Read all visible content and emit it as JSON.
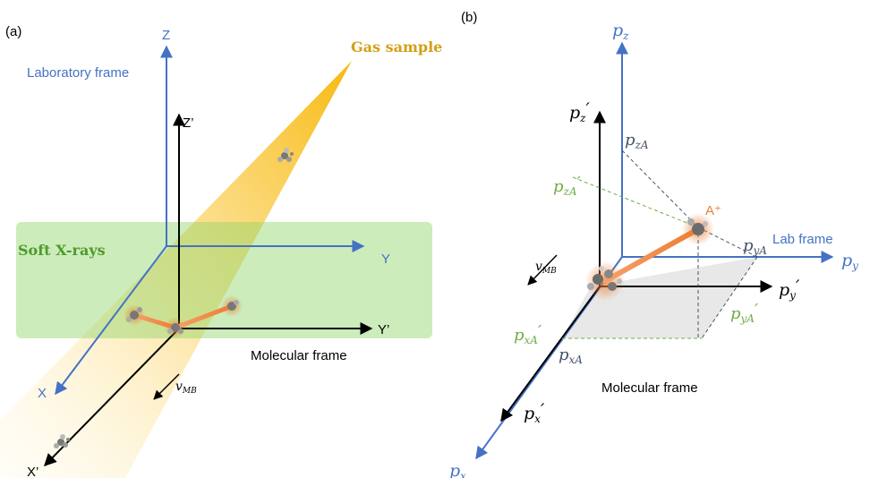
{
  "panel_a": {
    "label": "(a)",
    "gas_sample": "Gas sample",
    "soft_xrays": "Soft X-rays",
    "lab_frame": "Laboratory frame",
    "axis_Z": "Z",
    "axis_Y": "Y",
    "axis_X": "X",
    "axis_Zp": "Z’",
    "axis_Yp": "Y’",
    "axis_Xp": "X’",
    "molecular_frame": "Molecular frame",
    "v_label": "v",
    "v_sub": "MB"
  },
  "panel_b": {
    "label": "(b)",
    "lab_frame": "Lab frame",
    "molecular_frame": "Molecular frame",
    "ion": "A⁺",
    "p": "p",
    "sub_z": "z",
    "sub_y": "y",
    "sub_x": "x",
    "sub_zA": "zA",
    "sub_yA": "yA",
    "sub_xA": "xA",
    "prime": "′",
    "v_label": "v",
    "v_sub": "MB"
  },
  "colors": {
    "blue": "#4472c4",
    "green": "#70ad47",
    "gold": "#d4a017",
    "orange": "#ed7d31",
    "black": "#000000"
  }
}
